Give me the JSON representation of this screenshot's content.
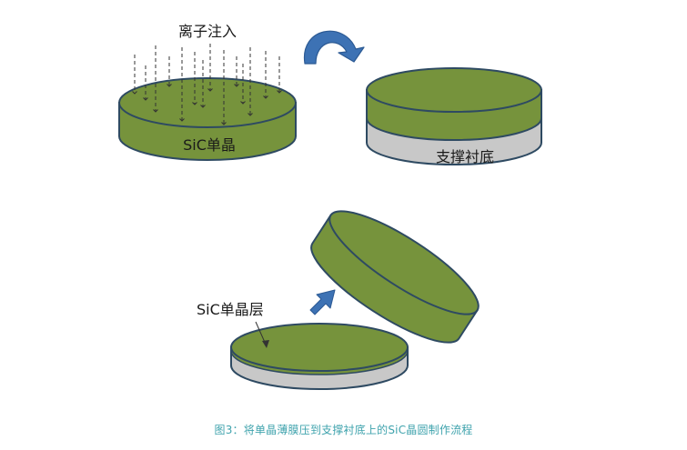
{
  "labels": {
    "ion_implant": "离子注入",
    "sic_crystal": "SiC单晶",
    "support_substrate": "支撑衬底",
    "sic_layer": "SiC单晶层"
  },
  "caption": "图3：将单晶薄膜压到支撑衬底上的SiC晶圆制作流程",
  "colors": {
    "disk_green": "#76933c",
    "outline": "#2e4a62",
    "substrate_gray": "#c8c8c8",
    "arrow_blue": "#3d72b4",
    "caption_teal": "#3fa3ad"
  }
}
